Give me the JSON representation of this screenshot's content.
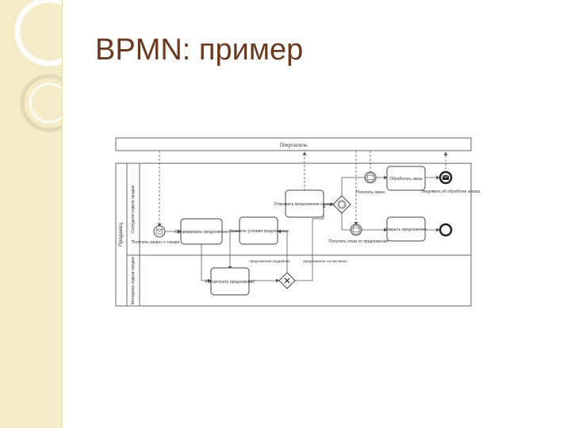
{
  "slide": {
    "title": "BPMN: пример"
  },
  "colors": {
    "title": "#6a3a20",
    "strip": "#f4ebc9",
    "line": "#555555"
  },
  "diagram": {
    "pool_buyer": "Покупатель",
    "pool_seller": "Продавец",
    "lane_sales_staff": "Сотрудник отдела продаж",
    "lane_sales_manager": "Менеджер отдела продаж",
    "event_receive_request": "Получить запрос о товаре",
    "task_form_offer": "Сформировать предложение",
    "task_change_terms": "Изменить условия предложения",
    "task_send_offer": "Отправить предложение клиенту",
    "task_review_offer": "Рассмотреть предложение",
    "task_process_order": "Обработать заказ",
    "task_close_offer": "Закрыть предложение",
    "event_receive_order": "Получить заказ",
    "event_receive_refusal": "Получить отказ от предложения",
    "event_notify_processing": "Уведомить об обработке заказа",
    "label_offer_unsuitable": "предложение неудобное",
    "label_offer_agreed": "предложение согласовано"
  }
}
